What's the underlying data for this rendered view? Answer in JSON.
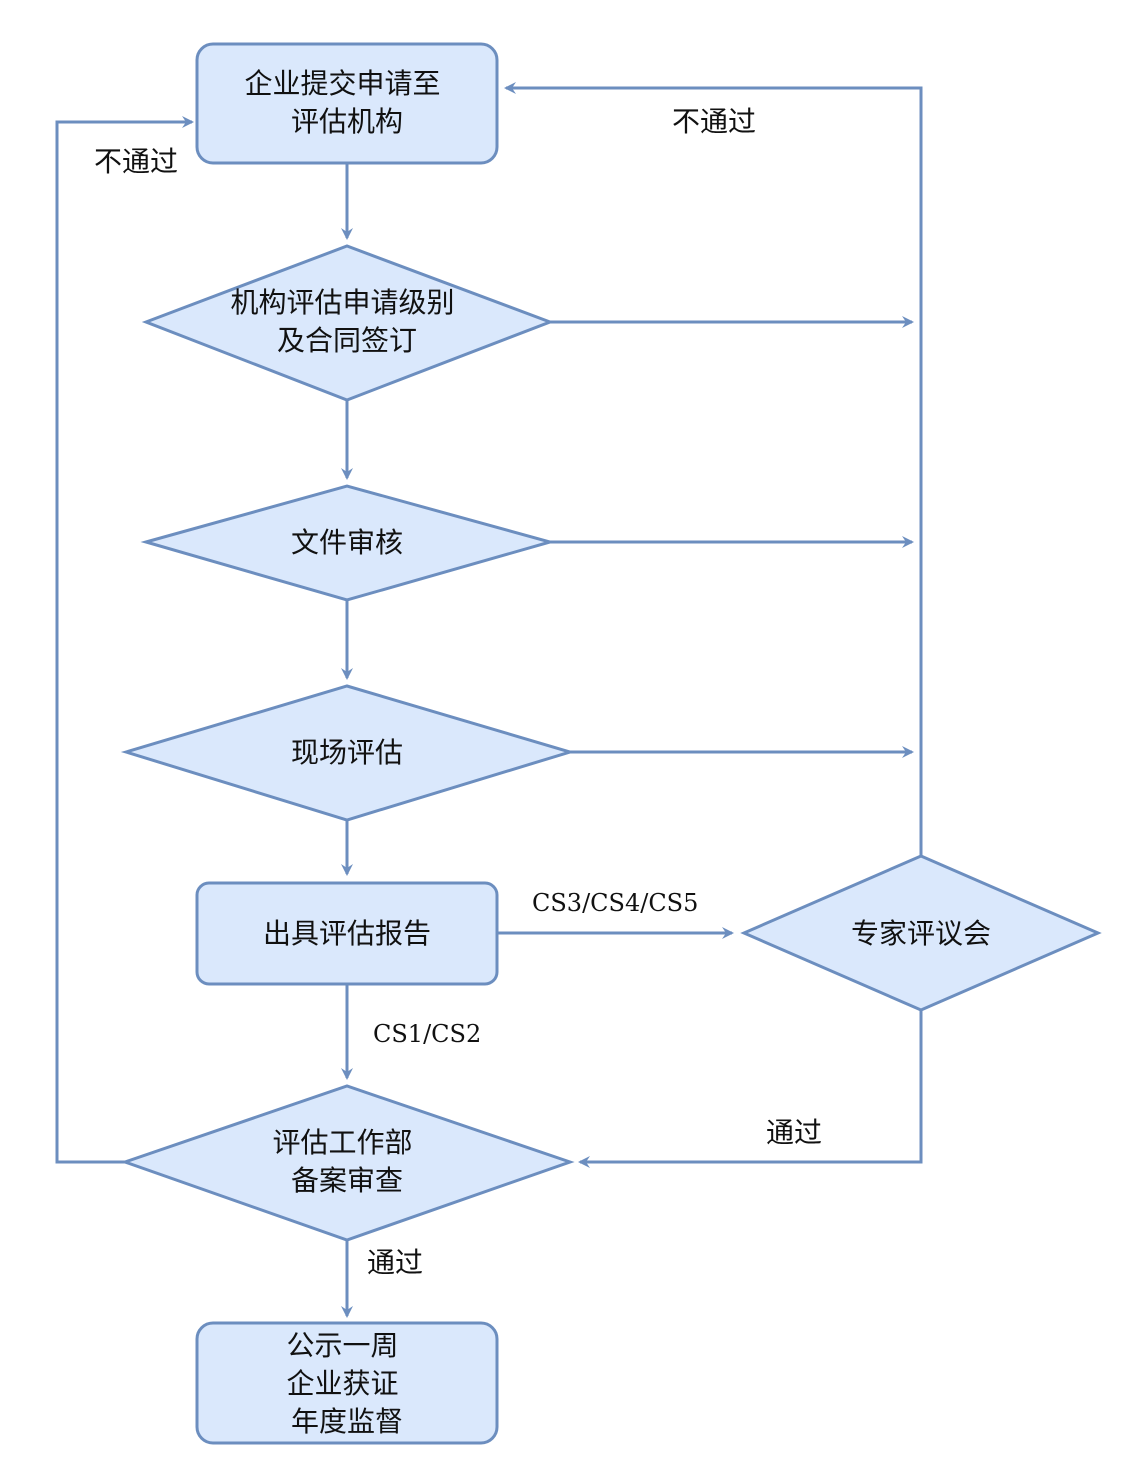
{
  "nodes": {
    "submit": [
      "企业提交申请至",
      "评估机构"
    ],
    "level_contract": [
      "机构评估申请级别",
      "及合同签订"
    ],
    "doc_review": [
      "文件审核"
    ],
    "onsite": [
      "现场评估"
    ],
    "report": [
      "出具评估报告"
    ],
    "expert": [
      "专家评议会"
    ],
    "filing_review": [
      "评估工作部",
      "备案审查"
    ],
    "final": [
      "公示一周",
      "企业获证",
      "年度监督"
    ]
  },
  "edge_labels": {
    "fail_left": "不通过",
    "fail_right": "不通过",
    "cs345": "CS3/CS4/CS5",
    "cs12": "CS1/CS2",
    "pass_expert": "通过",
    "pass_final": "通过"
  }
}
